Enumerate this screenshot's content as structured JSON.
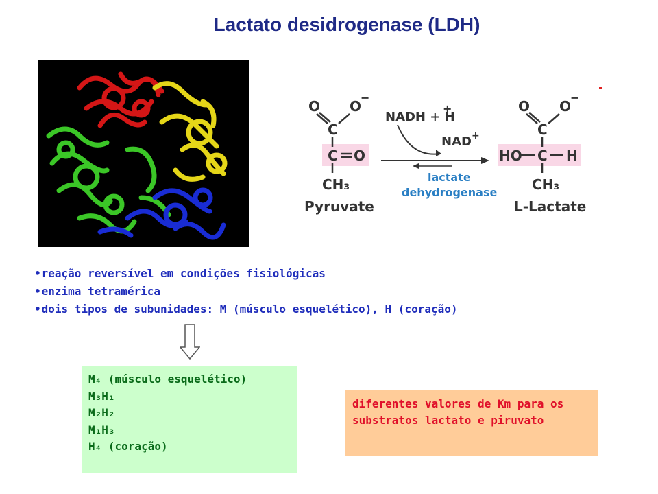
{
  "title": "Lactato desidrogenase (LDH)",
  "reaction": {
    "o_left": "O",
    "o_minus": "O",
    "charge_minus": "−",
    "c": "C",
    "ch3": "CH₃",
    "nadh": "NADH + H",
    "charge_plus": "+",
    "nad": "NAD",
    "enzyme_line1": "lactate",
    "enzyme_line2": "dehydrogenase",
    "pyruvate": "Pyruvate",
    "lactate": "L-Lactate",
    "ho": "HO",
    "h": "H"
  },
  "bullets": [
    "reação reversível em condições fisiológicas",
    "enzima tetramérica",
    "dois tipos de subunidades: M (músculo esquelético), H (coração)"
  ],
  "isoforms": [
    {
      "label": "M₄ (músculo esquelético)"
    },
    {
      "label": "M₃H₁"
    },
    {
      "label": "M₂H₂"
    },
    {
      "label": "M₁H₃"
    },
    {
      "label": "H₄ (coração)"
    }
  ],
  "km_note": "diferentes valores de Km para os substratos lactato e piruvato",
  "colors": {
    "title": "#1f2a86",
    "bullets": "#1f2dbb",
    "isoform_text": "#0a6b1a",
    "isoform_bg": "#ccffcc",
    "km_text": "#e0102a",
    "km_bg": "#ffcc99",
    "enzyme_text": "#2a7fc4",
    "highlight": "#f9d7e6"
  },
  "protein_image": {
    "subunit_colors": [
      "red",
      "yellow",
      "green",
      "blue"
    ]
  }
}
